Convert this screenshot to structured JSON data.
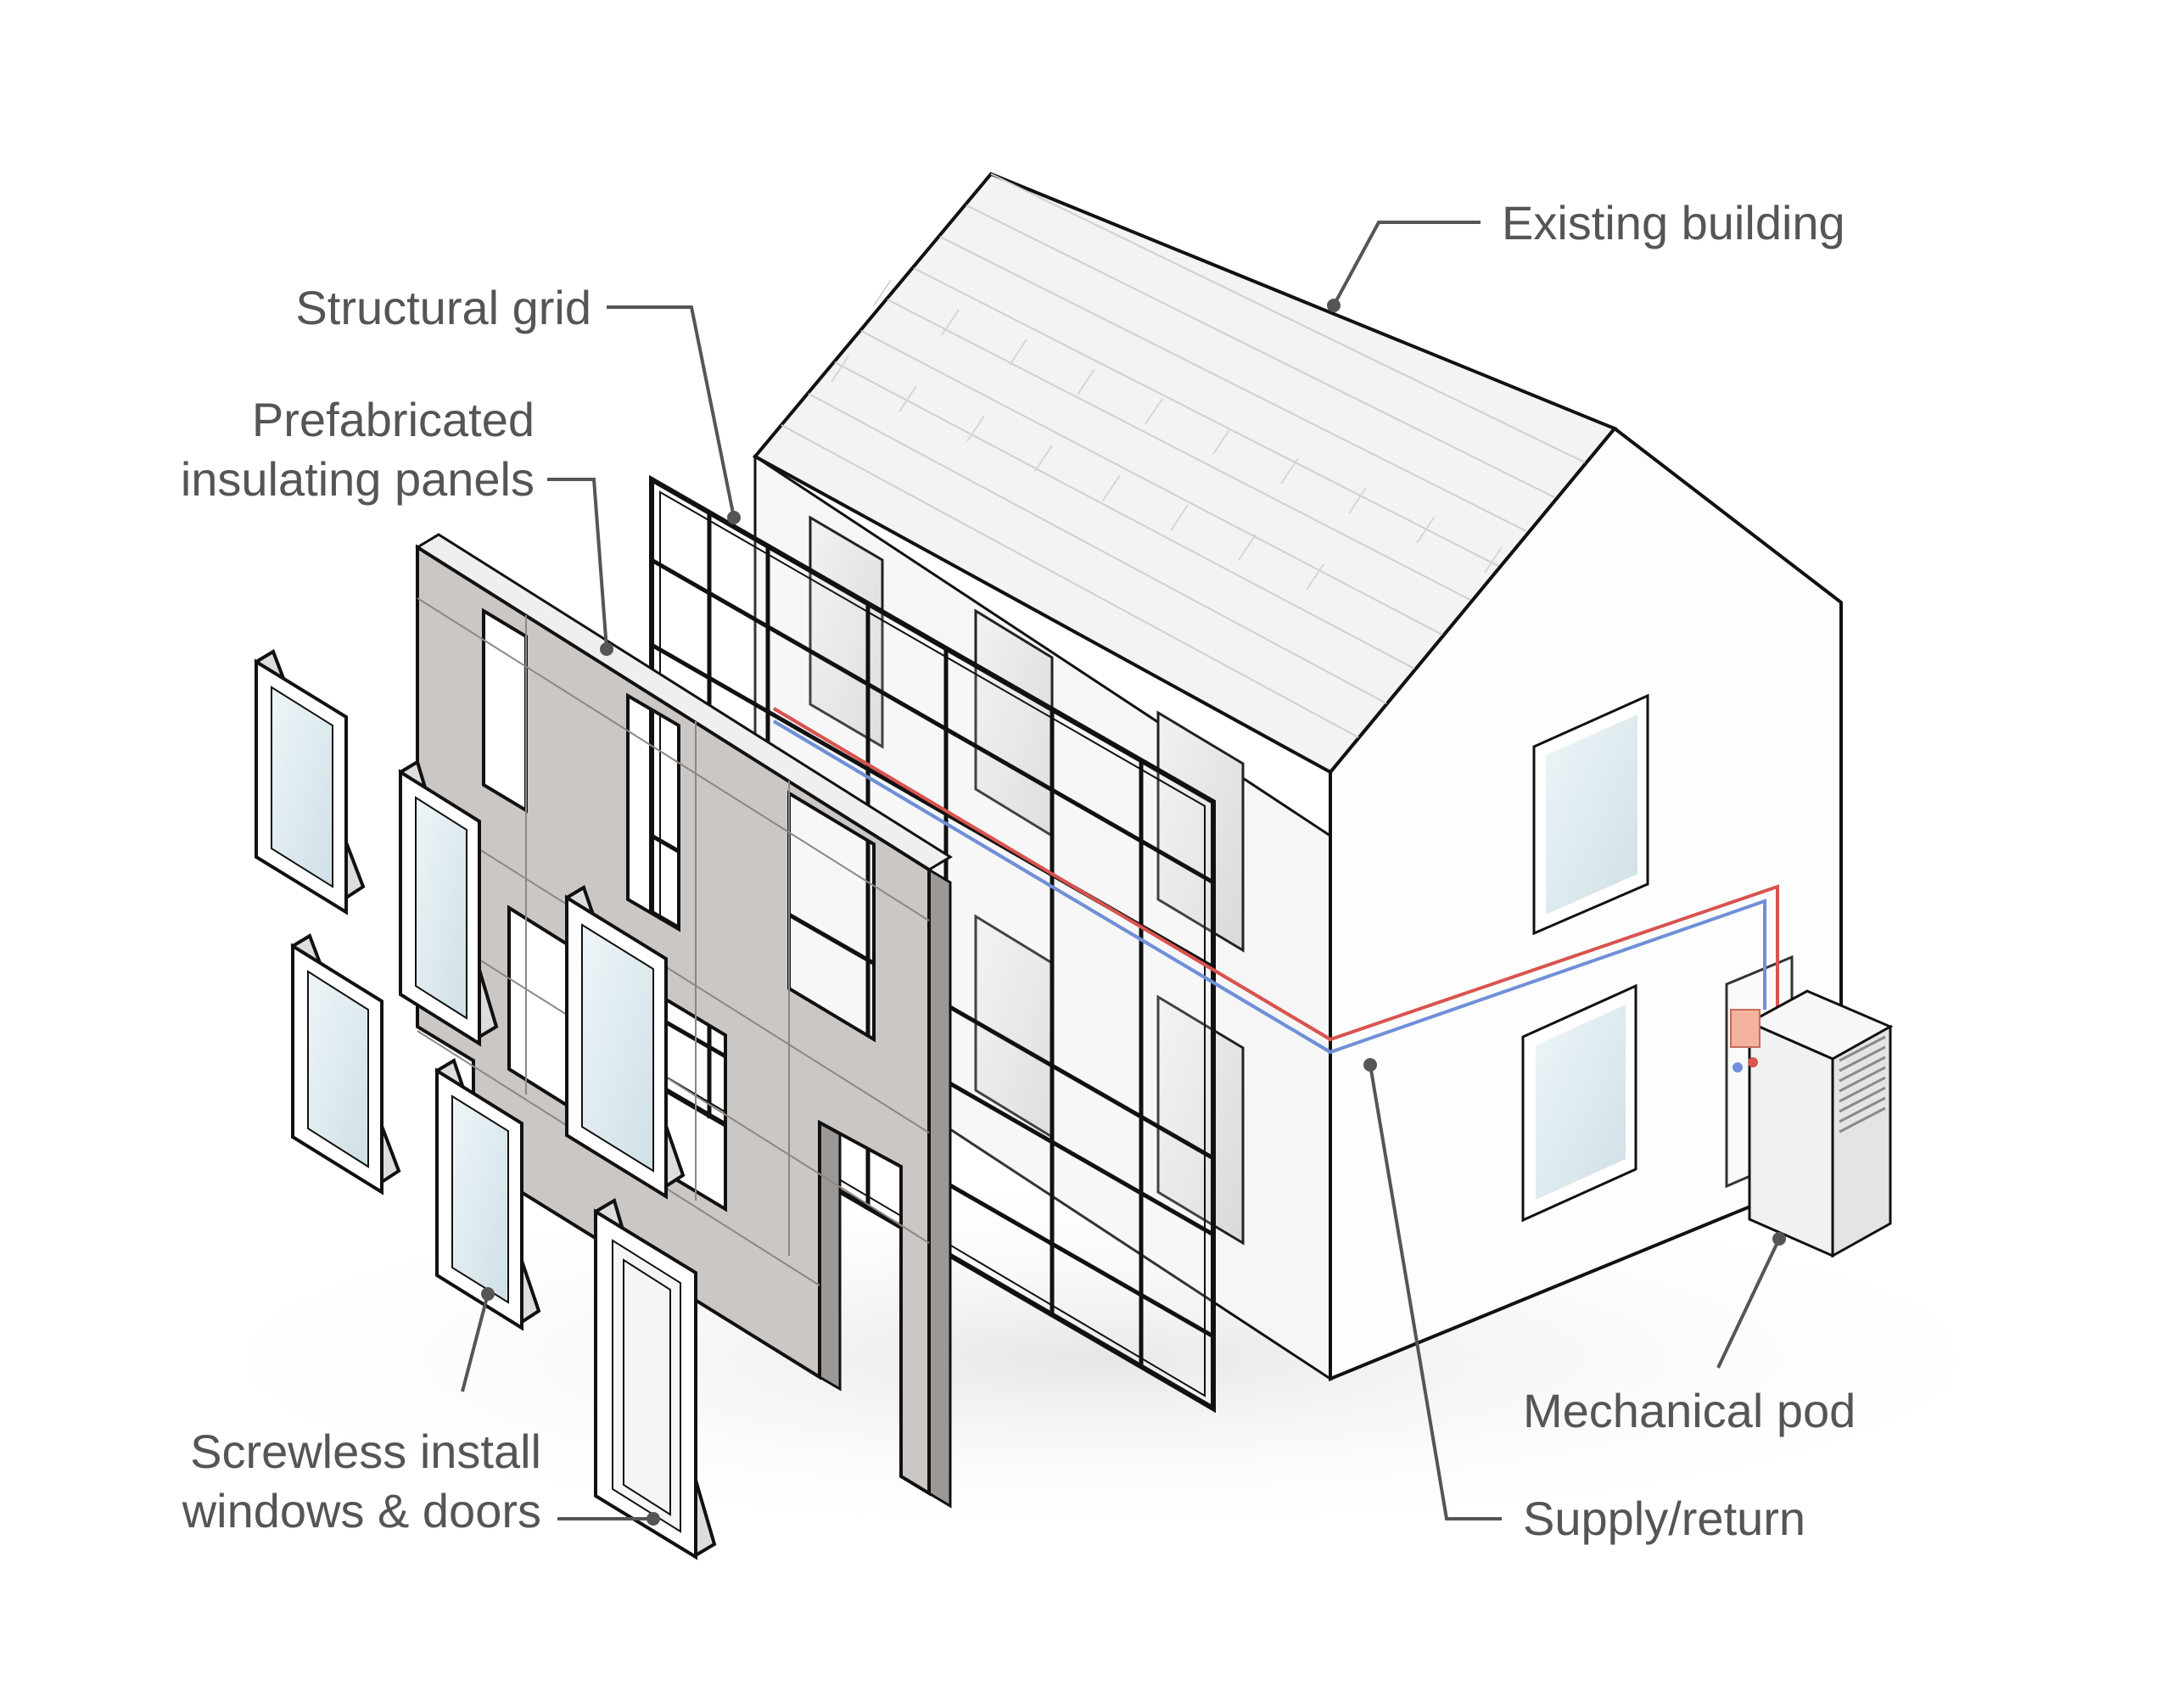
{
  "labels": {
    "existing_building": "Existing building",
    "structural_grid": "Structural grid",
    "prefab_line1": "Prefabricated",
    "prefab_line2": "insulating panels",
    "screwless_line1": "Screwless install",
    "screwless_line2": "windows & doors",
    "mechanical_pod": "Mechanical pod",
    "supply_return": "Supply/return"
  },
  "colors": {
    "supply": "#d9534f",
    "return": "#6f8fd8",
    "leader": "#555555",
    "panel": "#c9c5c3",
    "wall": "#fafafa",
    "glass": "#dbe9ee"
  }
}
